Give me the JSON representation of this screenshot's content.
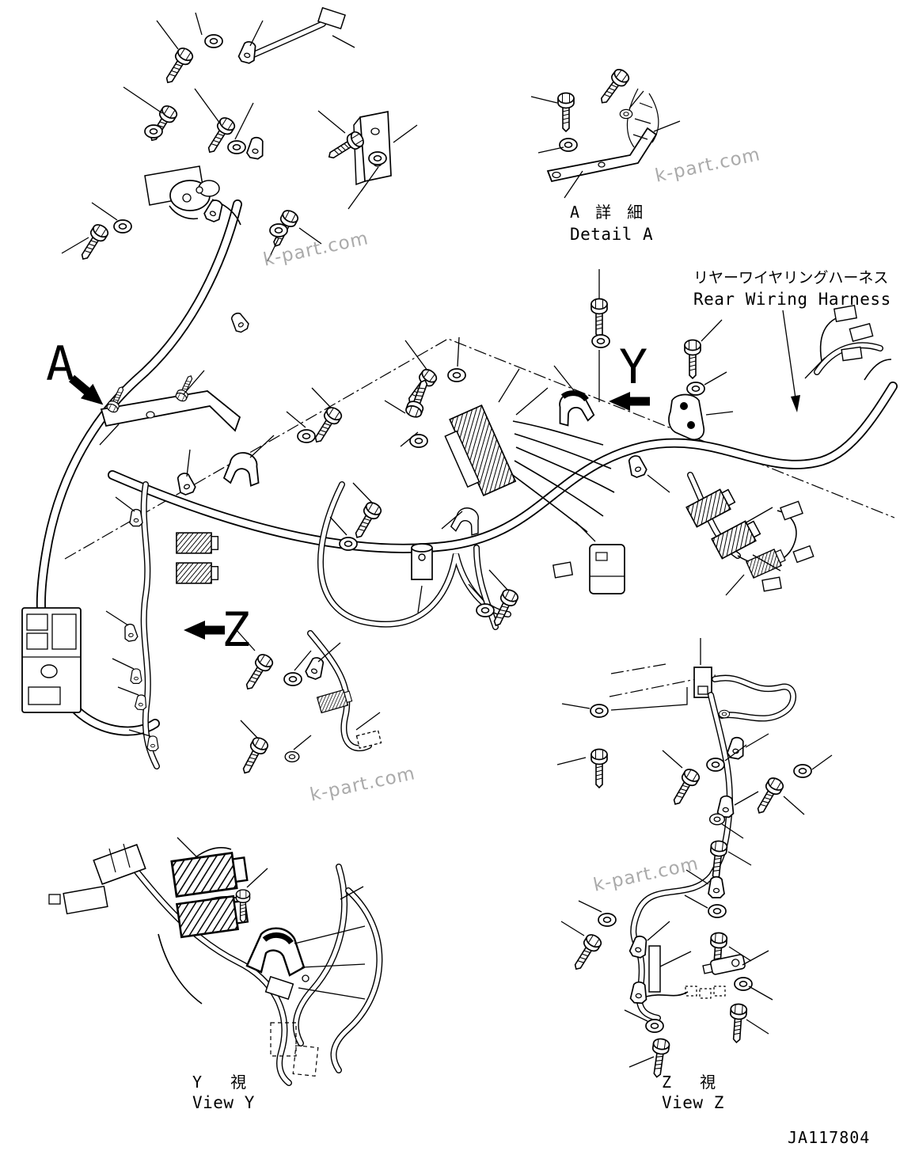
{
  "diagram": {
    "background": "#ffffff",
    "line_color": "#000000",
    "watermark": {
      "text": "k-part.com",
      "color": "#9c9c9c"
    },
    "detail_a": {
      "label_jp": "A 詳 細",
      "label_en": "Detail A"
    },
    "harness_callout": {
      "label_jp": "リヤーワイヤリングハーネス",
      "label_en": "Rear Wiring Harness"
    },
    "view_markers": {
      "a": "A",
      "y": "Y",
      "z": "Z"
    },
    "view_y": {
      "label_jp": "Y   視",
      "label_en": "View Y"
    },
    "view_z": {
      "label_jp": "Z   視",
      "label_en": "View Z"
    },
    "drawing_number": "JA117804"
  }
}
